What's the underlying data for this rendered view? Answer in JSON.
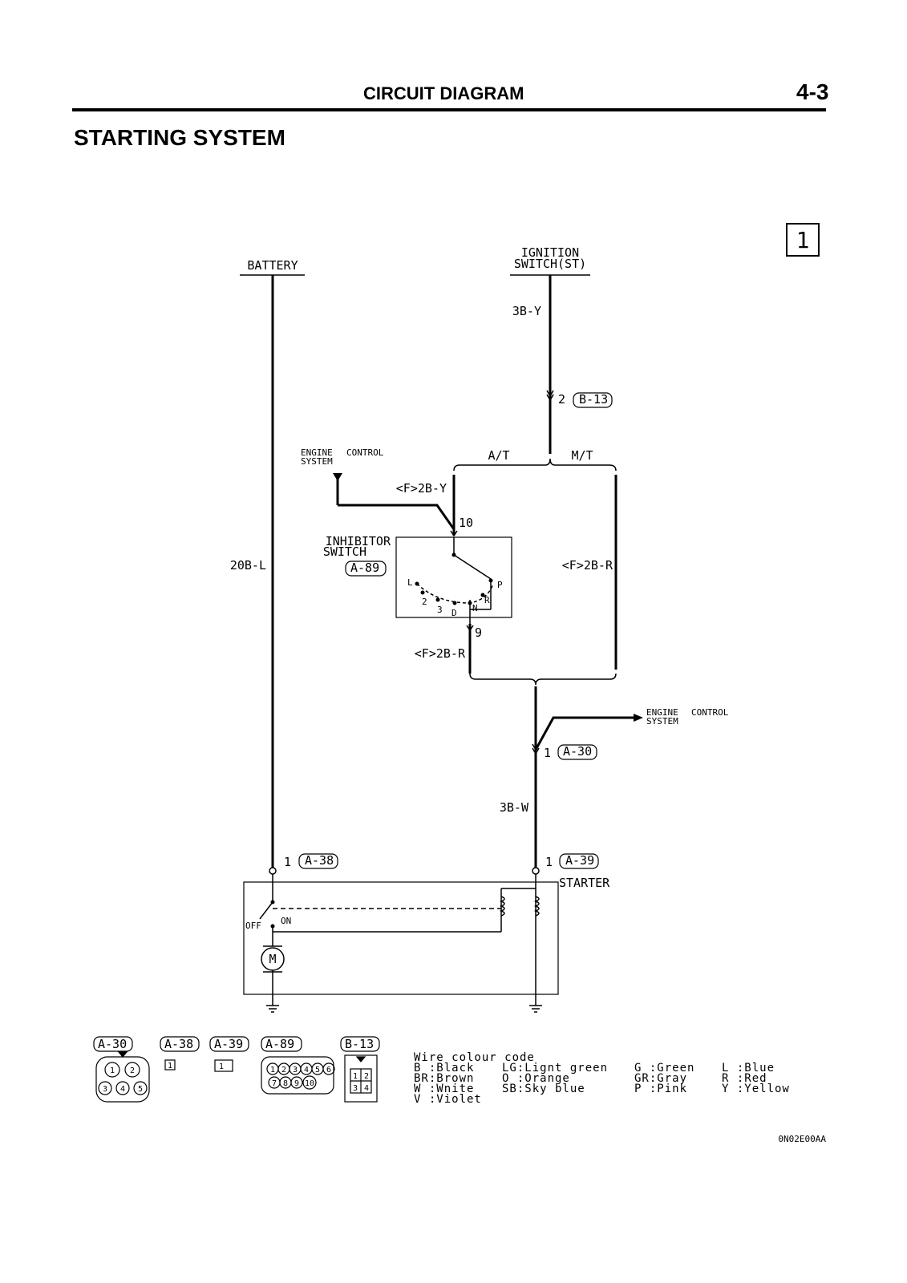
{
  "header": {
    "section": "CIRCUIT DIAGRAM",
    "page_number": "4-3"
  },
  "title": "STARTING SYSTEM",
  "diagram": {
    "sheet_index": "1",
    "battery": "BATTERY",
    "ignition_line1": "IGNITION",
    "ignition_line2": "SWITCH(ST)",
    "wire_ign": "3B-Y",
    "conn_b13_pin": "2",
    "conn_b13": "B-13",
    "ecs_top_line1": "ENGINE",
    "ecs_top_line2": "SYSTEM",
    "ecs_top_control": "CONTROL",
    "at": "A/T",
    "mt": "M/T",
    "wire_f2by": "<F>2B-Y",
    "pin10": "10",
    "inhibitor_line1": "INHIBITOR",
    "inhibitor_line2": "SWITCH",
    "conn_a89": "A-89",
    "wire_f2br_right": "<F>2B-R",
    "wire_battery": "20B-L",
    "pos_l": "L",
    "pos_2": "2",
    "pos_3": "3",
    "pos_d": "D",
    "pos_n": "N",
    "pos_r": "R",
    "pos_p": "P",
    "pin9": "9",
    "wire_f2br_left": "<F>2B-R",
    "ecs_right_line1": "ENGINE",
    "ecs_right_line2": "SYSTEM",
    "ecs_right_control": "CONTROL",
    "conn_a30_pin": "1",
    "conn_a30": "A-30",
    "wire_3bw": "3B-W",
    "conn_a38_pin": "1",
    "conn_a38": "A-38",
    "conn_a39_pin": "1",
    "conn_a39": "A-39",
    "starter": "STARTER",
    "off": "OFF",
    "on": "ON",
    "motor": "M"
  },
  "connectors": [
    {
      "id": "A-30",
      "pins": [
        "1",
        "2",
        "3",
        "4",
        "5"
      ]
    },
    {
      "id": "A-38",
      "pins": [
        "1"
      ]
    },
    {
      "id": "A-39",
      "pins": [
        "1"
      ]
    },
    {
      "id": "A-89",
      "pins": [
        "1",
        "2",
        "3",
        "4",
        "5",
        "6",
        "7",
        "8",
        "9",
        "10"
      ]
    },
    {
      "id": "B-13",
      "pins": [
        "1",
        "2",
        "3",
        "4"
      ]
    }
  ],
  "legend": {
    "title": "Wire colour code",
    "col1": [
      "B :Black",
      "BR:Brown",
      "W :Wnite",
      "V :Violet"
    ],
    "col2": [
      "LG:Lignt green",
      "O :Orange",
      "SB:Sky blue"
    ],
    "col3": [
      "G :Green",
      "GR:Gray",
      "P :Pink"
    ],
    "col4": [
      "L :Blue",
      "R :Red",
      "Y :Yellow"
    ]
  },
  "figure_code": "0N02E00AA"
}
